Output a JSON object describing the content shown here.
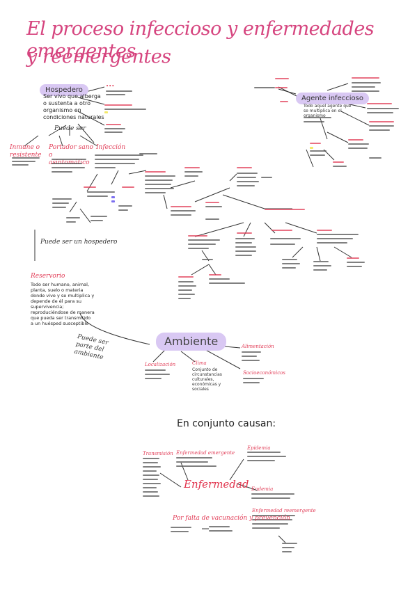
{
  "title": {
    "line1": "El proceso infeccioso y enfermedades emergentes",
    "line2": "y reemergentes"
  },
  "hospedero": {
    "label": "Hospedero",
    "desc": "Ser vivo que alberga o sustenta a otro organismo en condiciones naturales",
    "puede_ser": "Puede ser"
  },
  "agente": {
    "label": "Agente infeccioso",
    "desc": "Todo aquel agente que se multiplica en el organismo"
  },
  "branches": {
    "inmune": "Inmune o resistente",
    "portador": "Portador sano o asintomático",
    "infeccion": "Infección"
  },
  "puede_ser_un_hospedero": "Puede ser un hospedero",
  "reservorio": {
    "label": "Reservorio",
    "desc": "Todo ser humano, animal, planta, suelo o materia donde vive y se multiplica y depende de él para su supervivencia; reproduciéndose de manera que pueda ser transmitido a un huésped susceptible"
  },
  "puede_ser_parte_ambiente": "Puede ser parte del ambiente",
  "ambiente": {
    "label": "Ambiente",
    "items": [
      "Localización",
      "Clima",
      "Alimentación",
      "Socioeconómicos"
    ],
    "desc": "Conjunto de circunstancias culturales, económicas y sociales"
  },
  "causes": {
    "intro": "En conjunto causan:",
    "center": "Enfermedad",
    "items": [
      "Enfermedad emergente",
      "Epidemia",
      "Transmisión",
      "Endemia",
      "Enfermedad reemergente"
    ],
    "cond_label": "Por falta de vacunación y prevención"
  },
  "colors": {
    "title": "#d6457f",
    "label_red": "#e2405a",
    "highlight": "#d9c8f3",
    "ink": "#333333"
  }
}
